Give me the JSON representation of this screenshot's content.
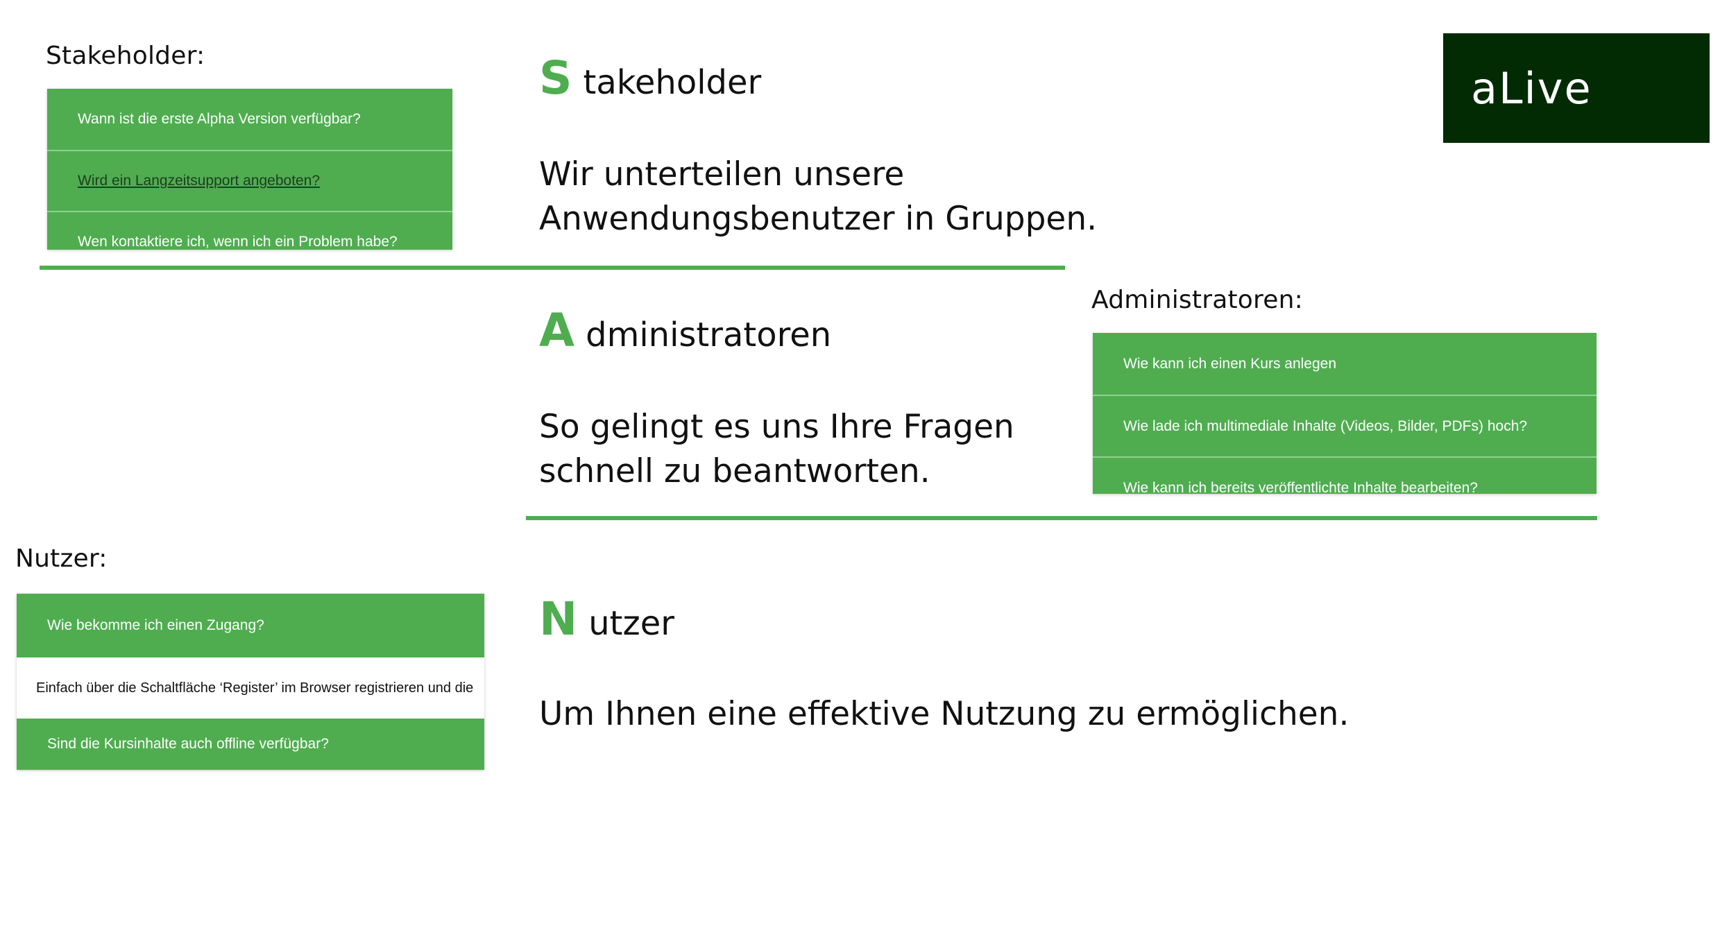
{
  "logo": {
    "text": "aLive"
  },
  "stakeholder_panel": {
    "label": "Stakeholder:",
    "items": [
      "Wann ist die erste Alpha Version verfügbar?",
      "Wird ein Langzeitsupport angeboten?",
      "Wen kontaktiere ich, wenn ich ein Problem habe?"
    ]
  },
  "admin_panel": {
    "label": "Administratoren:",
    "items": [
      "Wie kann ich einen Kurs anlegen",
      "Wie lade ich multimediale Inhalte (Videos, Bilder, PDFs) hoch?",
      "Wie kann ich bereits veröffentlichte Inhalte bearbeiten?"
    ]
  },
  "user_panel": {
    "label": "Nutzer:",
    "question_1": "Wie bekomme ich einen Zugang?",
    "answer_1": "Einfach über die Schaltfläche ‘Register’ im Browser registrieren und die",
    "question_2": "Sind die Kursinhalte auch offline verfügbar?"
  },
  "sections": {
    "stakeholder": {
      "letter": "S",
      "rest": "takeholder",
      "desc_line1": "Wir unterteilen unsere",
      "desc_line2": "Anwendungsbenutzer in Gruppen."
    },
    "admin": {
      "letter": "A",
      "rest": "dministratoren",
      "desc_line1": "So gelingt es uns Ihre Fragen",
      "desc_line2": "schnell zu beantworten."
    },
    "user": {
      "letter": "N",
      "rest": "utzer",
      "desc_line1": "Um Ihnen eine effektive Nutzung zu ermöglichen."
    }
  },
  "colors": {
    "accent_green": "#4fad50",
    "logo_background": "#032b03"
  }
}
